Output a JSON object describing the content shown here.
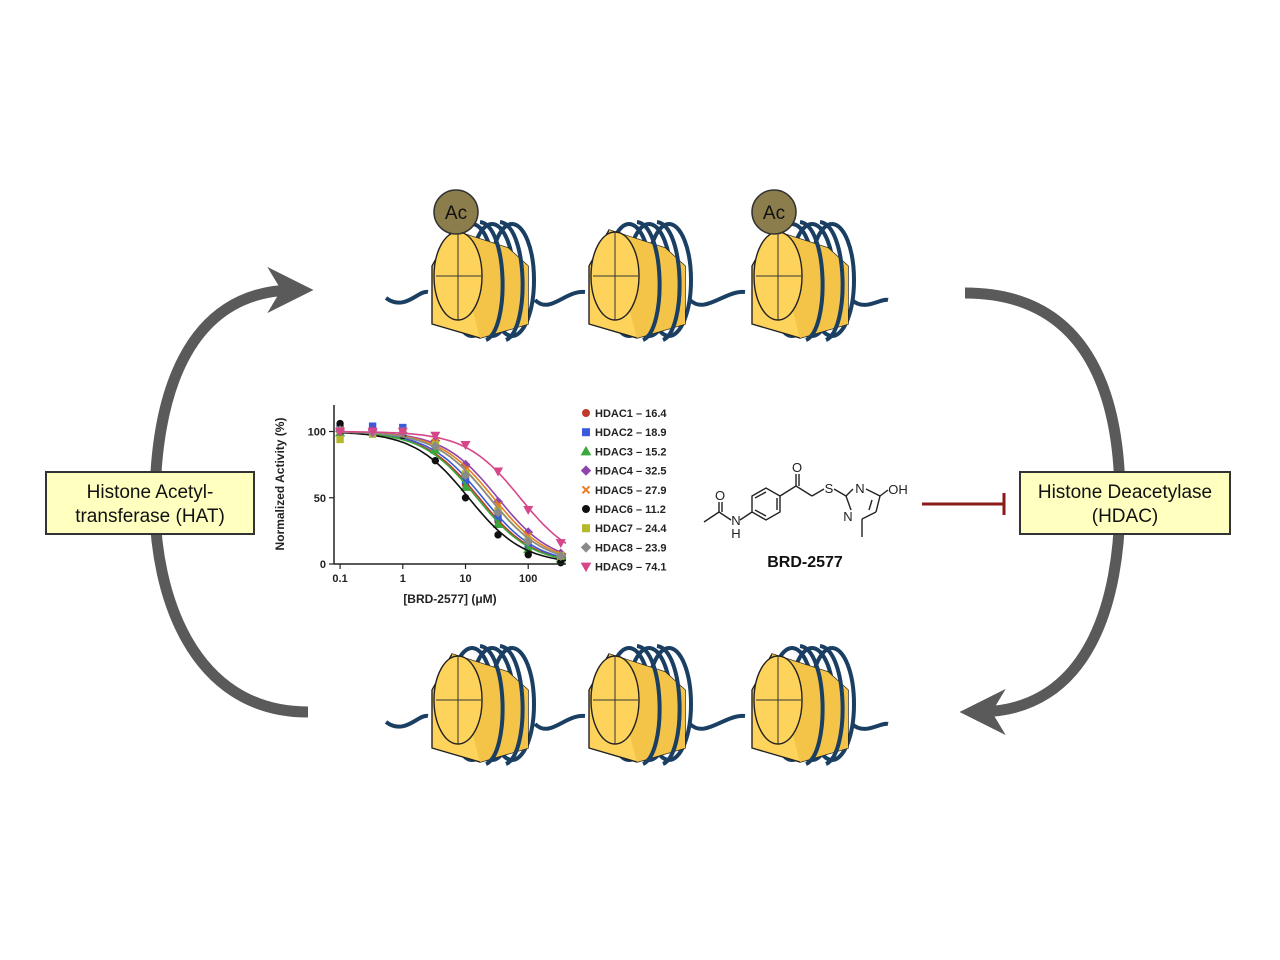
{
  "diagram": {
    "hat_box": {
      "line1": "Histone Acetyl-",
      "line2": "transferase (HAT)"
    },
    "hdac_box": {
      "line1": "Histone Deacetylase",
      "line2": "(HDAC)"
    },
    "acetyl_label": "Ac",
    "compound": {
      "name": "BRD-2577",
      "atoms": {
        "o_amide": "O",
        "nh_n": "N",
        "nh_h": "H",
        "o_ketone": "O",
        "s": "S",
        "n1": "N",
        "n2": "N",
        "oh": "OH"
      }
    },
    "colors": {
      "histone_fill": "#fdd35c",
      "dna": "#1a3f63",
      "acetyl": "#8c7d4c",
      "cycle_arrow": "#5a5a5a",
      "box_fill": "#ffffc0",
      "inhibit": "#8b1a1a"
    }
  },
  "chart_data": {
    "type": "scatter",
    "xlabel": "[BRD-2577] (μM)",
    "ylabel": "Normalized Activity (%)",
    "xscale": "log",
    "xlim": [
      0.08,
      400
    ],
    "ylim": [
      0,
      120
    ],
    "x_ticks": [
      "0.1",
      "1",
      "10",
      "100"
    ],
    "x_tick_values": [
      0.1,
      1,
      10,
      100
    ],
    "y_ticks": [
      "0",
      "50",
      "100"
    ],
    "y_tick_values": [
      0,
      50,
      100
    ],
    "legend_position": "right",
    "x": [
      0.1,
      0.33,
      1,
      3.3,
      10,
      33,
      100,
      330
    ],
    "series": [
      {
        "name": "HDAC1 – 16.4",
        "ic50": 16.4,
        "color": "#c0392b",
        "marker": "circle",
        "values": [
          104,
          99,
          98,
          88,
          60,
          32,
          12,
          4
        ]
      },
      {
        "name": "HDAC2 – 18.9",
        "ic50": 18.9,
        "color": "#3a5bd9",
        "marker": "square",
        "values": [
          102,
          104,
          103,
          90,
          63,
          35,
          14,
          5
        ]
      },
      {
        "name": "HDAC3 – 15.2",
        "ic50": 15.2,
        "color": "#3aa83a",
        "marker": "triangle-up",
        "values": [
          99,
          100,
          98,
          86,
          58,
          30,
          11,
          4
        ]
      },
      {
        "name": "HDAC4 – 32.5",
        "ic50": 32.5,
        "color": "#8e44ad",
        "marker": "diamond",
        "values": [
          100,
          101,
          99,
          93,
          75,
          47,
          24,
          8
        ]
      },
      {
        "name": "HDAC5 – 27.9",
        "ic50": 27.9,
        "color": "#e67e22",
        "marker": "x",
        "values": [
          101,
          100,
          99,
          92,
          71,
          44,
          21,
          7
        ]
      },
      {
        "name": "HDAC6 – 11.2",
        "ic50": 11.2,
        "color": "#111111",
        "marker": "circle",
        "values": [
          106,
          99,
          97,
          78,
          50,
          22,
          7,
          1
        ]
      },
      {
        "name": "HDAC7 – 24.4",
        "ic50": 24.4,
        "color": "#b5b82a",
        "marker": "square",
        "values": [
          94,
          98,
          100,
          90,
          68,
          40,
          18,
          6
        ]
      },
      {
        "name": "HDAC8 – 23.9",
        "ic50": 23.9,
        "color": "#8a8a8a",
        "marker": "diamond",
        "values": [
          101,
          99,
          99,
          89,
          67,
          39,
          17,
          6
        ]
      },
      {
        "name": "HDAC9 – 74.1",
        "ic50": 74.1,
        "color": "#d6478a",
        "marker": "triangle-down",
        "values": [
          100,
          100,
          100,
          97,
          90,
          70,
          41,
          16
        ]
      }
    ]
  }
}
